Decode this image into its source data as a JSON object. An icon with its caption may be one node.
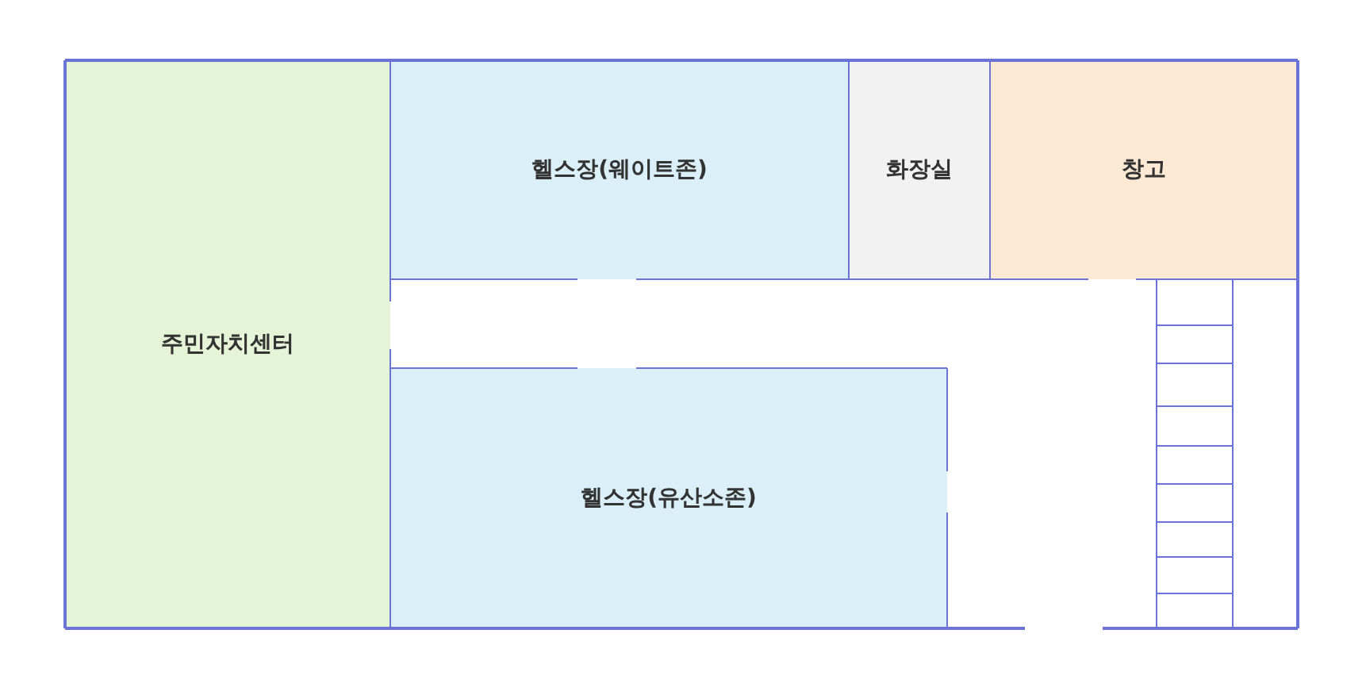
{
  "diagram": {
    "nodes": [
      {
        "text": [
          "주민자치센터"
        ]
      },
      {
        "text": [
          "헬스장(웨이트존)"
        ]
      },
      {
        "text": [
          "화장실"
        ]
      },
      {
        "text": [
          "창고"
        ]
      },
      {
        "text": [
          "헬스장(유산소존)"
        ]
      }
    ]
  }
}
